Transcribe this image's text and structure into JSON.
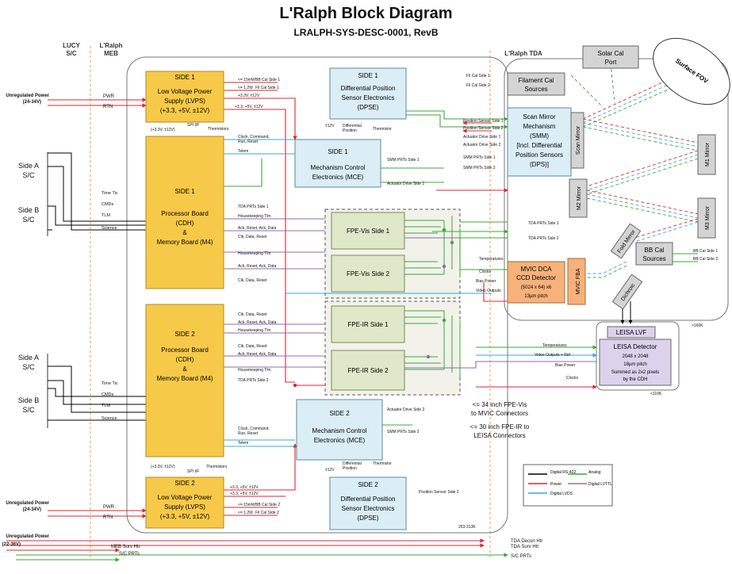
{
  "title": "L'Ralph Block Diagram",
  "subtitle": "LRALPH-SYS-DESC-0001, RevB",
  "col_headers": {
    "lucy": "LUCY",
    "lucy2": "S/C",
    "meb": "L'Ralph",
    "meb2": "MEB",
    "tda": "L'Ralph TDA"
  },
  "blocks": {
    "lvps1": [
      "SIDE 1",
      "Low Voltage Power",
      "Supply (LVPS)",
      "(+3.3, +5V, ±12V)"
    ],
    "lvps2": [
      "SIDE 2",
      "Low Voltage Power",
      "Supply (LVPS)",
      "(+3.3, +5V, ±12V)"
    ],
    "cdh1": [
      "SIDE 1",
      "Processor Board",
      "(CDH)",
      "&",
      "Memory Board (M4)"
    ],
    "cdh2": [
      "SIDE 2",
      "Processor Board",
      "(CDH)",
      "&",
      "Memory Board (M4)"
    ],
    "dpse1": [
      "SIDE 1",
      "Differential Position",
      "Sensor Electronics",
      "(DPSE)"
    ],
    "dpse2": [
      "SIDE 2",
      "Differential Position",
      "Sensor Electronics",
      "(DPSE)"
    ],
    "mce1": [
      "SIDE 1",
      "Mechanism Control",
      "Electronics (MCE)"
    ],
    "mce2": [
      "SIDE 2",
      "Mechanism Control",
      "Electronics (MCE)"
    ],
    "fpe_vis1": "FPE-Vis Side 1",
    "fpe_vis2": "FPE-Vis Side 2",
    "fpe_ir1": "FPE-IR Side 1",
    "fpe_ir2": "FPE-IR Side 2",
    "solar_cal": [
      "Solar Cal",
      "Port"
    ],
    "filament": [
      "Filament Cal",
      "Sources"
    ],
    "smm": [
      "Scan Mirror",
      "Mechanism",
      "(SMM)",
      "[Incl. Differential",
      "Position Sensors",
      "(DPS)]"
    ],
    "scan_mirror": "Scan Mirror",
    "m1": "M1 Mirror",
    "m2": "M2 Mirror",
    "m3": "M3 Mirror",
    "fold": "Fold Mirror",
    "bbcal": [
      "BB Cal",
      "Sources"
    ],
    "dichroic": "Dichroic",
    "mvic": [
      "MVIC DCA",
      "CCD Detector",
      "(5024 x 64) x6",
      "13µm pitch"
    ],
    "mvic_fba": "MVIC FBA",
    "leisa_lvf": "LEISA LVF",
    "leisa": [
      "LEISA Detector",
      "2048 x 2048",
      "18µm pitch",
      "Summed as 2x2 pixels",
      "by the CDH"
    ],
    "surface_fov": "Surface FOV"
  },
  "left_labels": {
    "unreg1": [
      "Unregulated Power",
      "(24-34V)"
    ],
    "unreg2": [
      "Unregulated Power",
      "(24-34V)"
    ],
    "unreg3": [
      "Unregulated Power",
      "(22-36V)"
    ],
    "pwr": "PWR",
    "rtn": "RTN",
    "sideA": [
      "Side A",
      "S/C"
    ],
    "sideB": [
      "Side B",
      "S/C"
    ],
    "time_tic": "Time Tic",
    "cmds": "CMDs",
    "tlm": "TLM",
    "science": "Science"
  },
  "signals": {
    "p15mw": "<= 15mW",
    "bbcal1": "BB Cal Side 1",
    "p12w": "<= 1.2W",
    "fical1": "Fil Cal Side 1",
    "v5v12": "+3.3V, ±12V",
    "v3312": "+3.3, +5V, ±12V",
    "v33_12": "(+3.3V, ±12V)",
    "spi": "SPI I/F",
    "therm": "Thermistors",
    "thermistor": "Thermistor",
    "pm12": "±12V",
    "diffpos": [
      "Differential",
      "Position"
    ],
    "clock_cmd": [
      "Clock, Command,",
      "Run, Reset"
    ],
    "telem": "Telem",
    "smm_prts1": "SMM PRTs Side 1",
    "smm_prts2": "SMM PRTs Side 2",
    "act_drive1": "Actuator Drive Side 1",
    "act_drive2": "Actuator Drive Side 2",
    "tda_prts1": "TDA PRTs Side 1",
    "tda_prts2": "TDA PRTs Side 2",
    "hk_tlm": "Housekeeping Tlm",
    "ack": "Ack, Reset, Ack, Data",
    "clk": "Clk, Data, Reset",
    "fil_cal2": "Fil Cal Side 2",
    "fil_cal1b": "Fil Cal Side 1",
    "pos1": "Position Sensor Side 1",
    "pos2": "Position Sensor Side 2",
    "actd1": "Actuator Drive Side 1",
    "actd2": "Actuator Drive Side 2",
    "bbcal_s1": "BB Cal Side 1",
    "bbcal_s2": "BB Cal Side 2",
    "temps": "Temperatures",
    "clocks": "Clocks",
    "bias": "Bias Power",
    "video": "Video Outputs",
    "video_ref": "Video Outputs + Ref",
    "fpe_vis_note": [
      "<= 34 inch FPE-Vis",
      "to MVIC Connectors"
    ],
    "fpe_ir_note": [
      "<= 30 inch FPE-IR to",
      "LEISA Connectors"
    ],
    "k160": ">160K",
    "k110": "<110K",
    "k263": "263-313K",
    "meb_htr": "MEB Surv Htr",
    "sc_prts": "S/C PRTs",
    "sc_prts_r": "S/C PRTs",
    "tda_decon": "TDA Decon Htr",
    "tda_surv": "TDA Surv Htr",
    "pos_s2": "Position Sensor Side 2"
  },
  "legend": [
    {
      "label": "Digital RS-422",
      "color": "#000000"
    },
    {
      "label": "Power",
      "color": "#e3262c"
    },
    {
      "label": "Digital LVDS",
      "color": "#36a9e1"
    },
    {
      "label": "Analog",
      "color": "#3aa935"
    },
    {
      "label": "Digital LVTTL",
      "color": "#8e6bb3"
    }
  ],
  "colors": {
    "power": "#e3262c",
    "analog": "#3aa935",
    "lvds": "#36a9e1",
    "rs422": "#000000",
    "lvttl": "#8e6bb3",
    "yellow": "#f7c948",
    "blue": "#dbeef5",
    "green": "#dfe8c8",
    "orange": "#f6b27a",
    "gray": "#d4d4d4",
    "lavender": "#ddd2ec"
  }
}
